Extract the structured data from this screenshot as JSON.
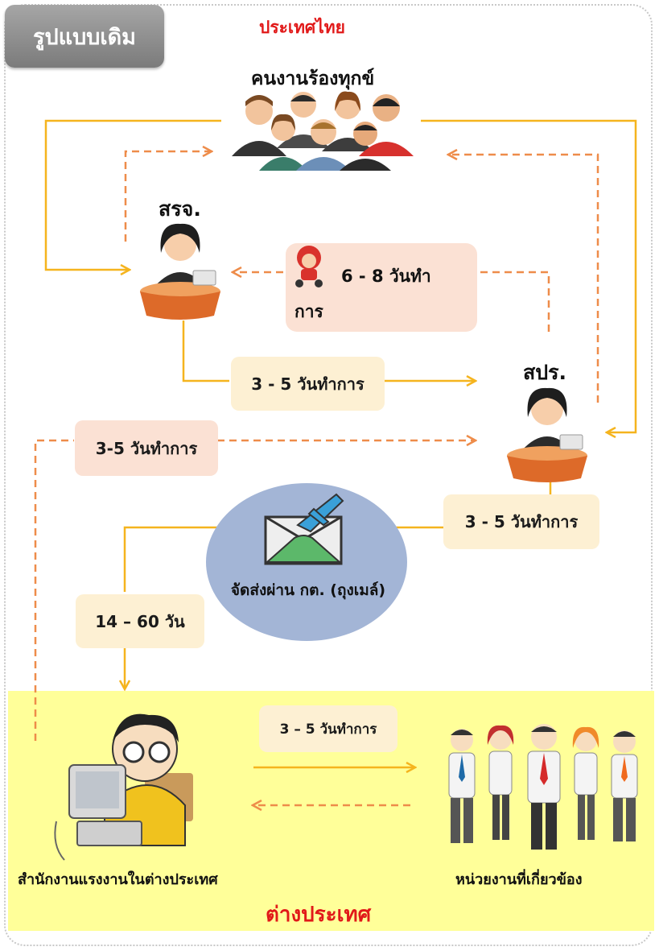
{
  "header": {
    "tag": "รูปแบบเดิม",
    "country_top": "ประเทศไทย"
  },
  "nodes": {
    "complainant": "คนงานร้องทุกข์",
    "srj": "สรจ.",
    "spr": "สปร.",
    "mail": "จัดส่งผ่าน กต. (ถุงเมล์)",
    "office_abroad": "สำนักงานแรงงานในต่างประเทศ",
    "agencies": "หน่วยงานที่เกี่ยวข้อง"
  },
  "durations": {
    "messenger_line1": "6 - 8 วันทำ",
    "messenger_line2": "การ",
    "srj_to_spr": "3 - 5 วันทำการ",
    "office_to_spr": "3-5 วันทำการ",
    "spr_to_mail": "3 - 5 วันทำการ",
    "mail_to_office": "14 – 60 วัน",
    "office_to_agencies": "3 – 5 วันทำการ"
  },
  "footer": {
    "country_bottom": "ต่างประเทศ"
  },
  "colors": {
    "solid_arrow": "#f5b41e",
    "dashed_arrow": "#ee8c4a",
    "title_red": "#e11919",
    "abroad_area": "#ffff99",
    "mail_circle": "#a3b5d6"
  }
}
